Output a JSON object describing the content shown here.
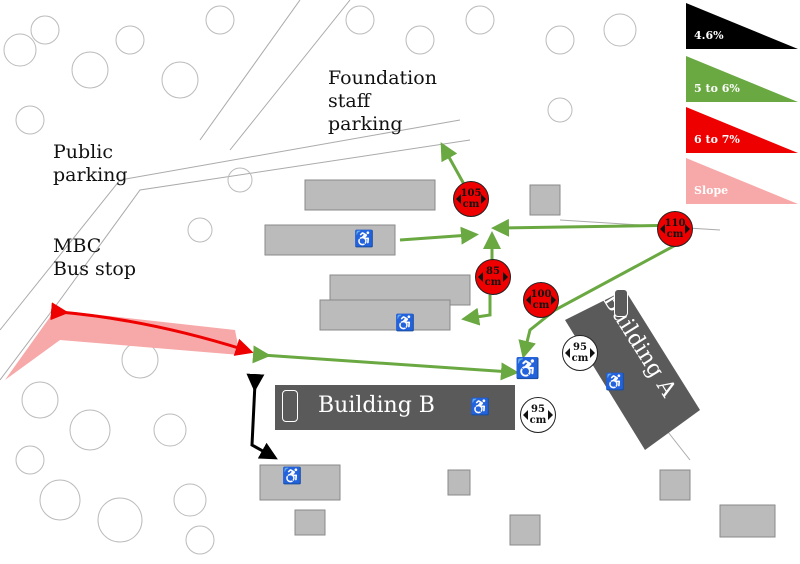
{
  "labels": {
    "foundation_parking": [
      "Foundation",
      "staff",
      "parking"
    ],
    "public_parking": [
      "Public",
      "parking"
    ],
    "bus_stop": [
      "MBC",
      "Bus stop"
    ],
    "building_b": "Building B",
    "building_a": "Building A"
  },
  "legend": [
    {
      "label": "4.6%",
      "color": "#000000"
    },
    {
      "label": "5 to 6%",
      "color": "#6aa842"
    },
    {
      "label": "6 to 7%",
      "color": "#ee0000"
    },
    {
      "label": "Slope",
      "color": "#f7a8a8"
    }
  ],
  "widths": [
    {
      "value": "105",
      "unit": "cm",
      "style": "red"
    },
    {
      "value": "110",
      "unit": "cm",
      "style": "red"
    },
    {
      "value": "85",
      "unit": "cm",
      "style": "red"
    },
    {
      "value": "100",
      "unit": "cm",
      "style": "red"
    },
    {
      "value": "95",
      "unit": "cm",
      "style": "white"
    },
    {
      "value": "95",
      "unit": "cm",
      "style": "white"
    }
  ],
  "icons": [
    "wheelchair-icon",
    "elevator-icon",
    "tree-icon"
  ]
}
